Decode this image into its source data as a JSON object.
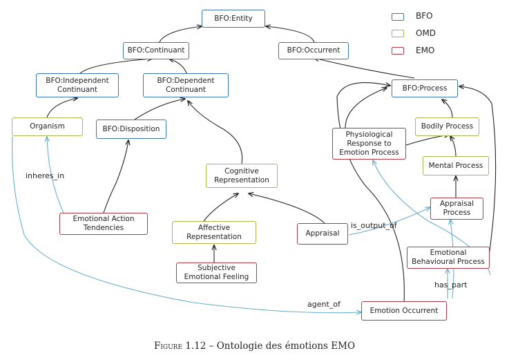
{
  "nodes": {
    "entity": "BFO:Entity",
    "continuant": "BFO:Continuant",
    "occurrent": "BFO:Occurrent",
    "independent": "BFO:Independent\nContinuant",
    "dependent": "BFO:Dependent\nContinuant",
    "process": "BFO:Process",
    "organism": "Organism",
    "disposition": "BFO:Disposition",
    "bodily": "Bodily Process",
    "physio": "Physiological\nResponse to\nEmotion Process",
    "mental": "Mental Process",
    "cognitive": "Cognitive\nRepresentation",
    "appraisal_process": "Appraisal\nProcess",
    "tendencies": "Emotional Action\nTendencies",
    "affective": "Affective\nRepresentation",
    "appraisal": "Appraisal",
    "behavioural": "Emotional\nBehavioural Process",
    "feeling": "Subjective\nEmotional Feeling",
    "occurrent_emotion": "Emotion Occurrent"
  },
  "legend": [
    {
      "label": "BFO",
      "color": "#3a73b6"
    },
    {
      "label": "OMD",
      "color": "#a7b84a"
    },
    {
      "label": "EMO",
      "color": "#b03a45"
    }
  ],
  "edge_labels": {
    "inheres_in": "inheres_in",
    "is_output_of": "is_output_of",
    "has_part": "has_part",
    "agent_of": "agent_of"
  },
  "colors": {
    "bfo": "#3a73b6",
    "omd": "#a7b84a",
    "emo": "#b03a45",
    "is_a_edge": "#222222",
    "relation_edge": "#6aaec8"
  },
  "caption": {
    "label": "Figure 1.12",
    "separator": " – ",
    "text": "Ontologie des émotions EMO"
  }
}
